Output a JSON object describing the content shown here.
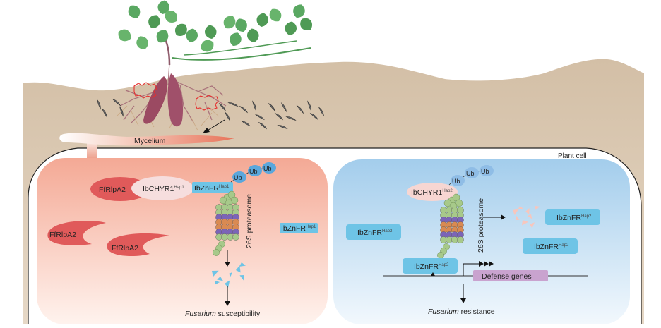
{
  "figure": {
    "soil": {
      "mycelium_label": "Mycelium",
      "plant_cell_label": "Plant cell"
    },
    "left_panel": {
      "effector_label": "FfRlpA2",
      "chyr1_label": "IbCHYR1",
      "chyr1_sup": "Hap1",
      "znfr_label": "IbZnFR",
      "znfr_sup": "Hap1",
      "ub_labels": [
        "Ub",
        "Ub",
        "Ub"
      ],
      "proteasome_label": "26S proteasome",
      "outcome_italic": "Fusarium",
      "outcome_rest": " susceptibility"
    },
    "right_panel": {
      "chyr1_label": "IbCHYR1",
      "chyr1_sup": "Hap2",
      "znfr_label": "IbZnFR",
      "znfr_sup": "Hap2",
      "ub_labels": [
        "Ub",
        "Ub",
        "Ub"
      ],
      "proteasome_label": "26S proteasome",
      "gene_label": "Defense genes",
      "outcome_italic": "Fusarium",
      "outcome_rest": " resistance"
    },
    "colors": {
      "soil": "#dccbb5",
      "left_panel": "#f6b6a3",
      "right_panel": "#a9d2ee",
      "effector": "#e05a5a",
      "chyr1_hap1": "#f6dddd",
      "chyr1_hap2": "#f7d6d2",
      "znfr": "#6ec4e6",
      "ub": "#5aa7dc",
      "proteasome_green": "#a7c98a",
      "proteasome_purple": "#7b64b8",
      "proteasome_orange": "#d98a52",
      "gene_box": "#c9a3cf",
      "leaf": "#4f9a55",
      "tuber": "#9b4a62"
    }
  }
}
